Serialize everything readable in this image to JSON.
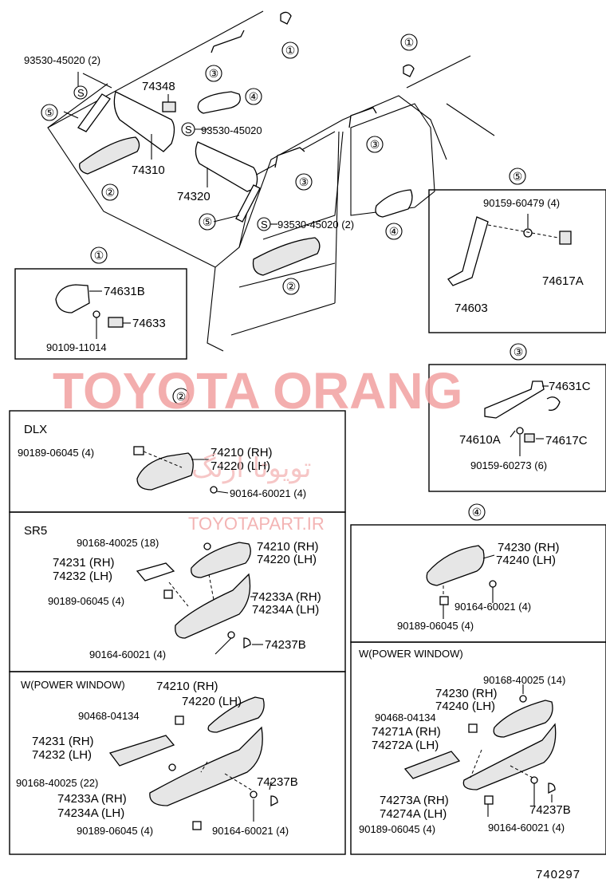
{
  "watermark": {
    "brand": "TOYOTA ORANG",
    "persian": "تویوتا ارنگ",
    "site": "TOYOTAPART.IR"
  },
  "diagram_code": "740297",
  "callouts": [
    "①",
    "②",
    "③",
    "④",
    "⑤"
  ],
  "sections": {
    "s1": "DLX",
    "s2": "SR5",
    "s3": "W(POWER WINDOW)",
    "s4": "W(POWER WINDOW)"
  },
  "labels": {
    "p93530_45020_2_top": "93530-45020 (2)",
    "p74348": "74348",
    "p93530_45020": "93530-45020",
    "p74310": "74310",
    "p74320": "74320",
    "p93530_45020_2_mid": "93530-45020 (2)",
    "p74631B": "74631B",
    "p74633": "74633",
    "p90109_11014": "90109-11014",
    "p90159_60479": "90159-60479 (4)",
    "p74617A": "74617A",
    "p74603": "74603",
    "p74631C": "74631C",
    "p74610A": "74610A",
    "p74617C": "74617C",
    "p90159_60273": "90159-60273 (6)",
    "dlx_90189": "90189-06045 (4)",
    "dlx_74210": "74210 (RH)",
    "dlx_74220": "74220 (LH)",
    "dlx_90164": "90164-60021 (4)",
    "sr5_90168": "90168-40025 (18)",
    "sr5_74210": "74210 (RH)",
    "sr5_74220": "74220 (LH)",
    "sr5_74231": "74231 (RH)",
    "sr5_74232": "74232 (LH)",
    "sr5_90189": "90189-06045 (4)",
    "sr5_74233A": "74233A (RH)",
    "sr5_74234A": "74234A (LH)",
    "sr5_90164": "90164-60021 (4)",
    "sr5_74237B": "74237B",
    "s4_74230": "74230 (RH)",
    "s4_74240": "74240 (LH)",
    "s4_90164": "90164-60021 (4)",
    "s4_90189": "90189-06045 (4)",
    "pw_74210": "74210 (RH)",
    "pw_74220": "74220 (LH)",
    "pw_90468": "90468-04134",
    "pw_74231": "74231 (RH)",
    "pw_74232": "74232 (LH)",
    "pw_90168": "90168-40025 (22)",
    "pw_74237B": "74237B",
    "pw_74233A": "74233A (RH)",
    "pw_74234A": "74234A (LH)",
    "pw_90189": "90189-06045 (4)",
    "pw_90164": "90164-60021 (4)",
    "rw_90168": "90168-40025 (14)",
    "rw_74230": "74230 (RH)",
    "rw_74240": "74240 (LH)",
    "rw_90468": "90468-04134",
    "rw_74271A": "74271A (RH)",
    "rw_74272A": "74272A (LH)",
    "rw_74273A": "74273A (RH)",
    "rw_74274A": "74274A (LH)",
    "rw_74237B": "74237B",
    "rw_90189": "90189-06045 (4)",
    "rw_90164": "90164-60021 (4)",
    "s_mark": "S"
  }
}
